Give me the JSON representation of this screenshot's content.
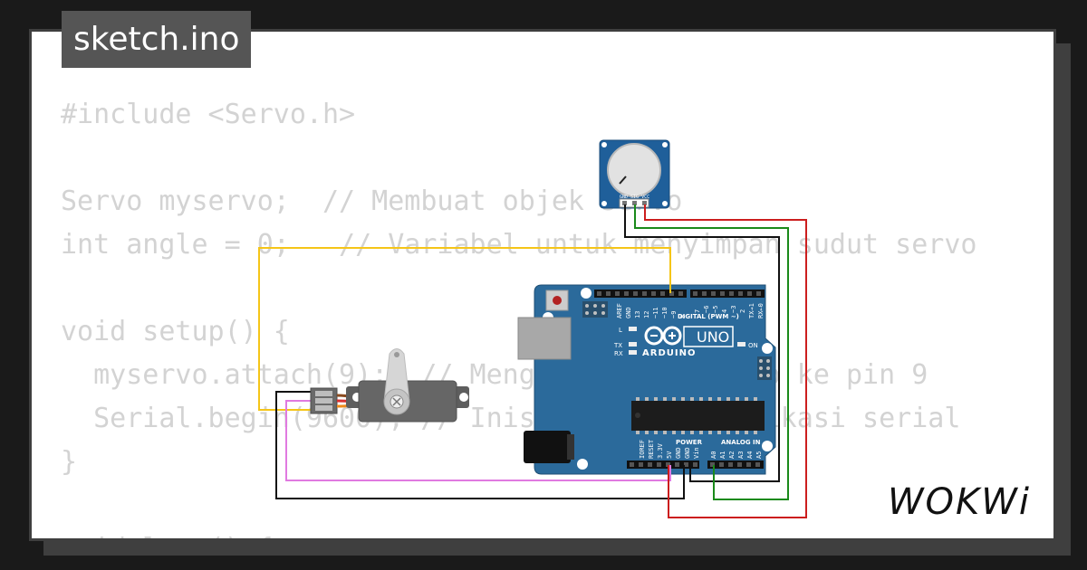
{
  "file_tab": {
    "label": "sketch.ino"
  },
  "code_lines": [
    "#include <Servo.h>",
    "",
    "Servo myservo;  // Membuat objek servo",
    "int angle = 0;   // Variabel untuk menyimpan sudut servo",
    "",
    "void setup() {",
    "  myservo.attach(9);  // Menghubungkan servo ke pin 9",
    "  Serial.begin(9600); // Inisialisasi komunikasi serial",
    "}",
    "",
    "void loop() {"
  ],
  "arduino": {
    "brand": "ARDUINO",
    "model": "UNO",
    "digital_label": "DIGITAL (PWM ~)",
    "power_label": "POWER",
    "analog_label": "ANALOG IN",
    "on_label": "ON",
    "l_label": "L",
    "tx_label": "TX",
    "rx_label": "RX",
    "top_pins": [
      "AREF",
      "GND",
      "13",
      "12",
      "~11",
      "~10",
      "~9",
      "8",
      "7",
      "~6",
      "~5",
      "4",
      "~3",
      "2",
      "TX→1",
      "RX←0"
    ],
    "power_pins": [
      "IOREF",
      "RESET",
      "3.3V",
      "5V",
      "GND",
      "GND",
      "Vin"
    ],
    "analog_pins": [
      "A0",
      "A1",
      "A2",
      "A3",
      "A4",
      "A5"
    ]
  },
  "potentiometer": {
    "pin_labels": "GND SIG VCC"
  },
  "wire_colors": {
    "signal_servo": "#f5c518",
    "power": "#cc1e1e",
    "ground": "#111111",
    "pot_signal": "#1a8a1a",
    "servo_power": "#e07ae0"
  },
  "brand_logo": {
    "text": "WOKWi"
  }
}
